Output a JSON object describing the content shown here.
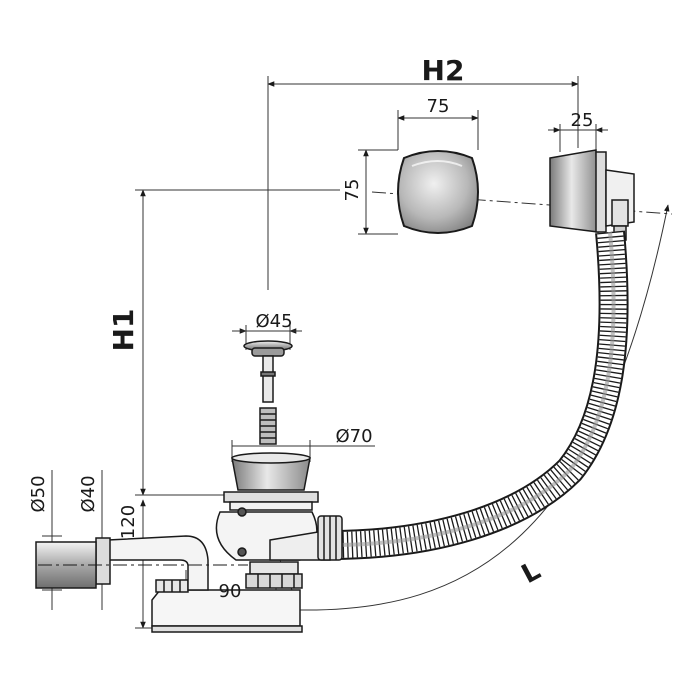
{
  "dimensions": {
    "h2": "H2",
    "h1": "H1",
    "l": "L",
    "cover_width": "75",
    "cover_height": "75",
    "overflow_depth": "25",
    "stopper_dia": "Ø45",
    "drain_dia": "Ø70",
    "outlet_outer_dia": "Ø50",
    "outlet_inner_dia": "Ø40",
    "trap_height": "120",
    "outlet_offset": "90"
  },
  "colors": {
    "line": "#1a1a1a",
    "dim_line": "#333333",
    "metal_dark": "#8c8c8c",
    "metal_light": "#e6e6e6",
    "body": "#f2f2f2"
  }
}
